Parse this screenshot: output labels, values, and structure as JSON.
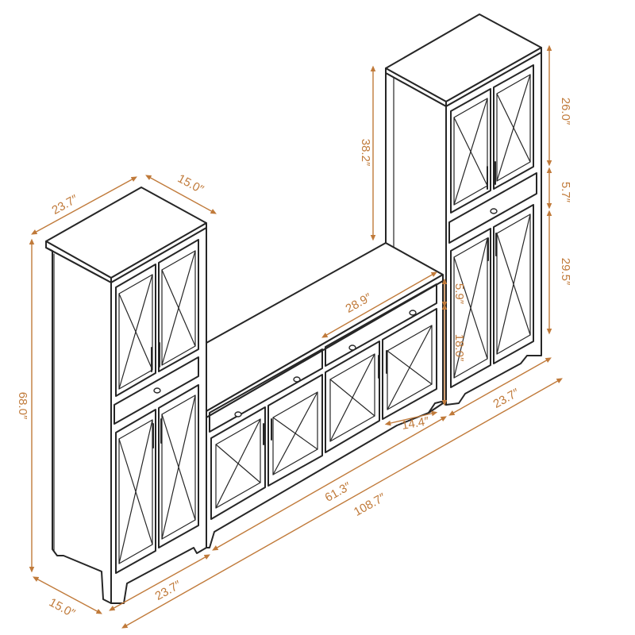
{
  "colors": {
    "dimension": "#c07a3a",
    "line": "#262626",
    "background": "#ffffff"
  },
  "dimensions": {
    "left_depth": "15.0″",
    "left_width": "23.7″",
    "left_height": "68.0″",
    "left_top_width": "23.7″",
    "left_top_depth": "15.0″",
    "right_gap_height": "38.2″",
    "right_upper": "26.0″",
    "right_drawer": "5.7″",
    "right_lower": "29.5″",
    "right_width": "23.7″",
    "console_drawer_width": "28.9″",
    "console_drawer_height": "5.9″",
    "console_door_height": "18.0″",
    "console_depth": "14.4″",
    "console_width": "61.3″",
    "total_width": "108.7″"
  }
}
